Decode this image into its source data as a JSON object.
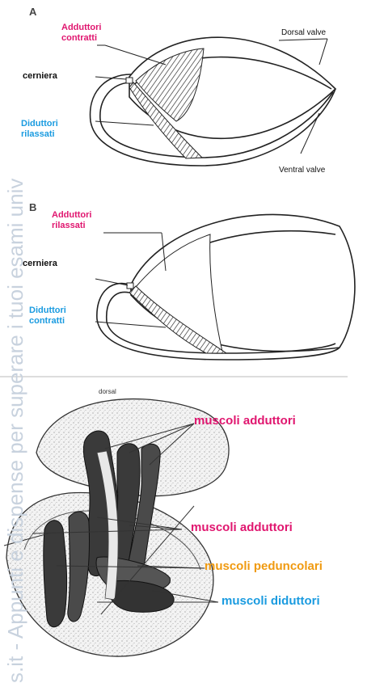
{
  "diagram_a": {
    "letter": "A",
    "adductors": [
      "Adduttori",
      "contratti"
    ],
    "hinge": "cerniera",
    "diductors": [
      "Diduttori",
      "rilassati"
    ],
    "dorsal_valve": "Dorsal valve",
    "ventral_valve": "Ventral valve"
  },
  "diagram_b": {
    "letter": "B",
    "adductors": [
      "Adduttori",
      "rilassati"
    ],
    "hinge": "cerniera",
    "diductors": [
      "Diduttori",
      "contratti"
    ]
  },
  "diagram_c": {
    "dorsal": "dorsal",
    "adductor_top": "muscoli adduttori",
    "adductor_mid": "muscoli adduttori",
    "peduncular": "muscoli peduncolari",
    "diductors": "muscoli diduttori"
  },
  "watermark": "s.it - Appunti e dispense per superare i tuoi esami univ",
  "colors": {
    "pink": "#e0166f",
    "blue": "#1a9be0",
    "orange": "#f09a10",
    "watermark": "#c8d2de"
  }
}
